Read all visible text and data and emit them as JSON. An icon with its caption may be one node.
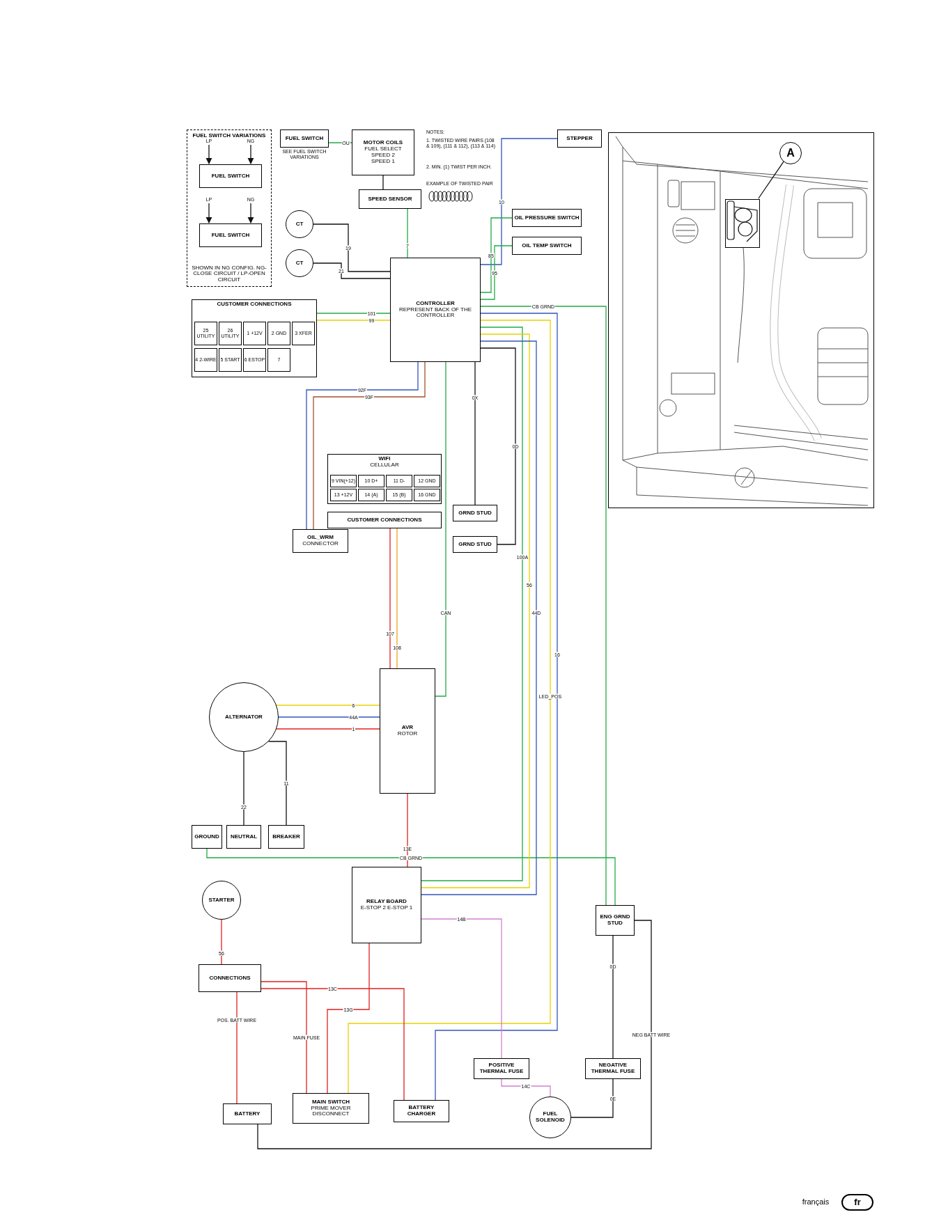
{
  "diagram": {
    "nodes": [
      {
        "text": [
          "FUEL SWITCH VARIATIONS",
          "SHOWN IN NG CONFIG. NG-CLOSE CIRCUIT / LP-OPEN CIRCUIT"
        ]
      },
      {
        "text": [
          "FUEL SWITCH"
        ],
        "in": 0
      },
      {
        "text": [
          "FUEL SWITCH"
        ],
        "in": 0
      },
      {
        "text": [
          "FUEL SWITCH"
        ],
        "beside": [
          "SEE FUEL SWITCH VARIATIONS"
        ]
      },
      {
        "text": [
          "MOTOR COILS",
          "FUEL SELECT",
          "SPEED 2",
          "SPEED 1"
        ]
      },
      {
        "text": [
          "SPEED SENSOR"
        ]
      },
      {
        "text": [
          "STEPPER"
        ]
      },
      {
        "text": [
          "CT"
        ]
      },
      {
        "text": [
          "CT"
        ]
      },
      {
        "text": [
          "CONTROLLER",
          "REPRESENT BACK OF THE CONTROLLER"
        ]
      },
      {
        "text": [
          "OIL PRESSURE SWITCH"
        ]
      },
      {
        "text": [
          "OIL TEMP SWITCH"
        ]
      },
      {
        "text": [
          "CUSTOMER CONNECTIONS"
        ]
      },
      {
        "text": [
          "OIL_WRM",
          "CONNECTOR"
        ]
      },
      {
        "text": [
          "WIFI",
          "CELLULAR"
        ]
      },
      {
        "text": [
          "CUSTOMER CONNECTIONS"
        ]
      },
      {
        "text": [
          "GRND STUD"
        ]
      },
      {
        "text": [
          "GRND STUD"
        ]
      },
      {
        "text": [
          "ALTERNATOR"
        ]
      },
      {
        "text": [
          "AVR",
          "ROTOR"
        ]
      },
      {
        "text": [
          "GROUND"
        ]
      },
      {
        "text": [
          "NEUTRAL"
        ]
      },
      {
        "text": [
          "BREAKER"
        ]
      },
      {
        "text": [
          "STARTER"
        ]
      },
      {
        "text": [
          "RELAY BOARD",
          "E-STOP 2 E-STOP 1"
        ]
      },
      {
        "text": [
          "CONNECTIONS"
        ]
      },
      {
        "text": [
          "BATTERY"
        ]
      },
      {
        "text": [
          "MAIN SWITCH",
          "PRIME MOVER DISCONNECT"
        ]
      },
      {
        "text": [
          "BATTERY CHARGER"
        ]
      },
      {
        "text": [
          "POSITIVE THERMAL FUSE"
        ]
      },
      {
        "text": [
          "FUEL SOLENOID"
        ]
      },
      {
        "text": [
          "NEGATIVE THERMAL FUSE"
        ]
      },
      {
        "text": [
          "ENG GRND STUD"
        ]
      },
      {
        "text": [],
        "shape": "picture"
      },
      {
        "text": [
          "A"
        ],
        "in": 33
      },
      {
        "text": [],
        "shape": "picture",
        "in": 33
      },
      {
        "text": [
          "fr"
        ],
        "beside": [
          "français"
        ]
      }
    ],
    "edges": [
      {
        "from": 3,
        "to": 4,
        "arrow": "none",
        "label": "OU",
        "color": "#22aa44"
      },
      {
        "from": 4,
        "to": 5,
        "arrow": "none"
      },
      {
        "from": 5,
        "to": 9,
        "arrow": "none",
        "label": "7",
        "color": "#22aa44"
      },
      {
        "from": 7,
        "to": 9,
        "arrow": "none",
        "label": "19"
      },
      {
        "from": 8,
        "to": 9,
        "arrow": "none",
        "label": "21"
      },
      {
        "from": 6,
        "to": 9,
        "arrow": "none",
        "label": "10",
        "color": "#3355bb"
      },
      {
        "from": 10,
        "to": 9,
        "arrow": "none",
        "label": "85",
        "color": "#22aa44"
      },
      {
        "from": 11,
        "to": 9,
        "arrow": "none",
        "label": "95",
        "color": "#22aa44"
      },
      {
        "from": 12,
        "to": 9,
        "arrow": "none",
        "label": "101",
        "color": "#22aa44"
      },
      {
        "from": 12,
        "to": 9,
        "arrow": "none",
        "label": "99",
        "color": "#e6d200"
      },
      {
        "from": 13,
        "to": 9,
        "arrow": "none",
        "label": "92F",
        "color": "#3355bb"
      },
      {
        "from": 13,
        "to": 9,
        "arrow": "none",
        "label": "93F",
        "color": "#a0522d"
      },
      {
        "from": 15,
        "to": 19,
        "arrow": "none",
        "label": "107",
        "color": "#e02020"
      },
      {
        "from": 15,
        "to": 19,
        "arrow": "none",
        "label": "108",
        "color": "#f0a020"
      },
      {
        "from": 16,
        "to": 9,
        "arrow": "none",
        "label": "0X"
      },
      {
        "from": 17,
        "to": 9,
        "arrow": "none",
        "label": "0D"
      },
      {
        "from": 18,
        "to": 19,
        "arrow": "none",
        "label": "6",
        "color": "#e6d200"
      },
      {
        "from": 18,
        "to": 19,
        "arrow": "none",
        "label": "44A",
        "color": "#3355bb"
      },
      {
        "from": 18,
        "to": 19,
        "arrow": "none",
        "label": "1",
        "color": "#e02020"
      },
      {
        "from": 18,
        "to": 21,
        "arrow": "none",
        "label": "22"
      },
      {
        "from": 18,
        "to": 22,
        "arrow": "none",
        "label": "11"
      },
      {
        "from": 20,
        "to": 32,
        "arrow": "none",
        "label": "CB GRND",
        "color": "#22aa44"
      },
      {
        "from": 19,
        "to": 9,
        "arrow": "none",
        "label": "CAN",
        "color": "#22aa44"
      },
      {
        "from": 19,
        "to": 24,
        "arrow": "none",
        "label": "13E",
        "color": "#e02020"
      },
      {
        "from": 24,
        "to": 9,
        "arrow": "none",
        "label": "100A",
        "color": "#22aa44"
      },
      {
        "from": 24,
        "to": 9,
        "arrow": "none",
        "label": "56",
        "color": "#e6d200"
      },
      {
        "from": 24,
        "to": 9,
        "arrow": "none",
        "label": "44D",
        "color": "#3355bb"
      },
      {
        "from": 23,
        "to": 25,
        "arrow": "none",
        "label": "56",
        "color": "#e02020"
      },
      {
        "from": 26,
        "to": 25,
        "arrow": "none",
        "label": "POS. BATT WIRE",
        "color": "#e02020"
      },
      {
        "from": 26,
        "to": 32,
        "arrow": "none",
        "label": "NEG BATT WIRE"
      },
      {
        "from": 25,
        "to": 27,
        "arrow": "none",
        "label": "MAIN FUSE",
        "color": "#e02020"
      },
      {
        "from": 27,
        "to": 24,
        "arrow": "none",
        "label": "13G",
        "color": "#e02020"
      },
      {
        "from": 27,
        "to": 9,
        "arrow": "none",
        "label": "LED_POS",
        "color": "#e6d200"
      },
      {
        "from": 28,
        "to": 9,
        "arrow": "none",
        "label": "16",
        "color": "#3355bb"
      },
      {
        "from": 28,
        "to": 25,
        "arrow": "none",
        "label": "13C",
        "color": "#e02020"
      },
      {
        "from": 30,
        "to": 29,
        "arrow": "none",
        "label": "14C",
        "color": "#d080d0"
      },
      {
        "from": 29,
        "to": 24,
        "arrow": "none",
        "label": "14B",
        "color": "#d080d0"
      },
      {
        "from": 30,
        "to": 31,
        "arrow": "none",
        "label": "0E"
      },
      {
        "from": 31,
        "to": 32,
        "arrow": "none",
        "label": "0D"
      },
      {
        "from": 32,
        "to": 9,
        "arrow": "none",
        "label": "CB GRND",
        "color": "#22aa44"
      },
      {
        "from": 34,
        "to": 35,
        "arrow": "none"
      },
      {
        "from": null,
        "to": 1,
        "arrow": "to",
        "label": "LP"
      },
      {
        "from": null,
        "to": 1,
        "arrow": "to",
        "label": "NG"
      },
      {
        "from": null,
        "to": 2,
        "arrow": "to",
        "label": "LP"
      },
      {
        "from": null,
        "to": 2,
        "arrow": "to",
        "label": "NG"
      }
    ],
    "labels": [
      "NOTES:",
      "1. TWISTED WIRE PAIRS (108 & 109), (111 & 112), (113 & 114)",
      "2. MIN. (1) TWIST PER INCH.",
      "EXAMPLE OF TWISTED PAIR",
      "25 UTILITY",
      "26 UTILITY",
      "1 +12V",
      "2 GND",
      "3 XFER",
      "4 2-WIRE",
      "5 START",
      "6 ESTOP",
      "7",
      "9 VIN(+12)",
      "10 D+",
      "11 D-",
      "12 GND",
      "13 +12V",
      "14 (A)",
      "15 (B)",
      "16 GND"
    ]
  }
}
